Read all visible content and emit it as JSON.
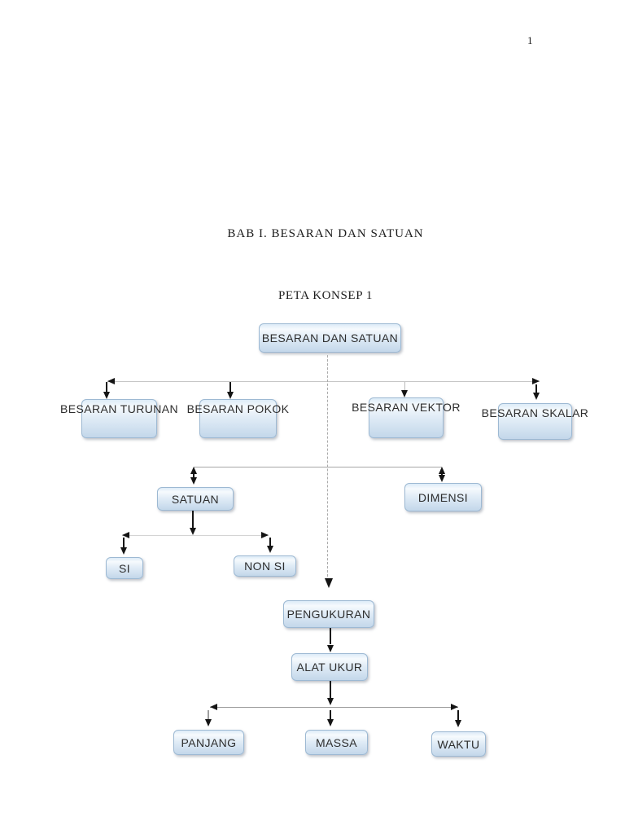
{
  "page": {
    "number": "1",
    "chapter_title": "BAB I. BESARAN DAN SATUAN",
    "map_title": "PETA KONSEP 1"
  },
  "diagram": {
    "nodes": {
      "besaran_dan_satuan": "BESARAN DAN SATUAN",
      "besaran_turunan": "BESARAN TURUNAN",
      "besaran_pokok": "BESARAN POKOK",
      "besaran_vektor": "BESARAN VEKTOR",
      "besaran_skalar": "BESARAN SKALAR",
      "satuan": "SATUAN",
      "dimensi": "DIMENSI",
      "si": "SI",
      "non_si": "NON SI",
      "pengukuran": "PENGUKURAN",
      "alat_ukur": "ALAT UKUR",
      "panjang": "PANJANG",
      "massa": "MASSA",
      "waktu": "WAKTU"
    },
    "colors": {
      "box_border": "#9db9d3",
      "box_fill_top": "#f6fafd",
      "box_fill_bottom": "#c3d7ea",
      "connector_light": "#c6c6c6",
      "connector_dark": "#9d9d9d",
      "arrow": "#141414",
      "label_text": "#2d2d2d"
    }
  }
}
